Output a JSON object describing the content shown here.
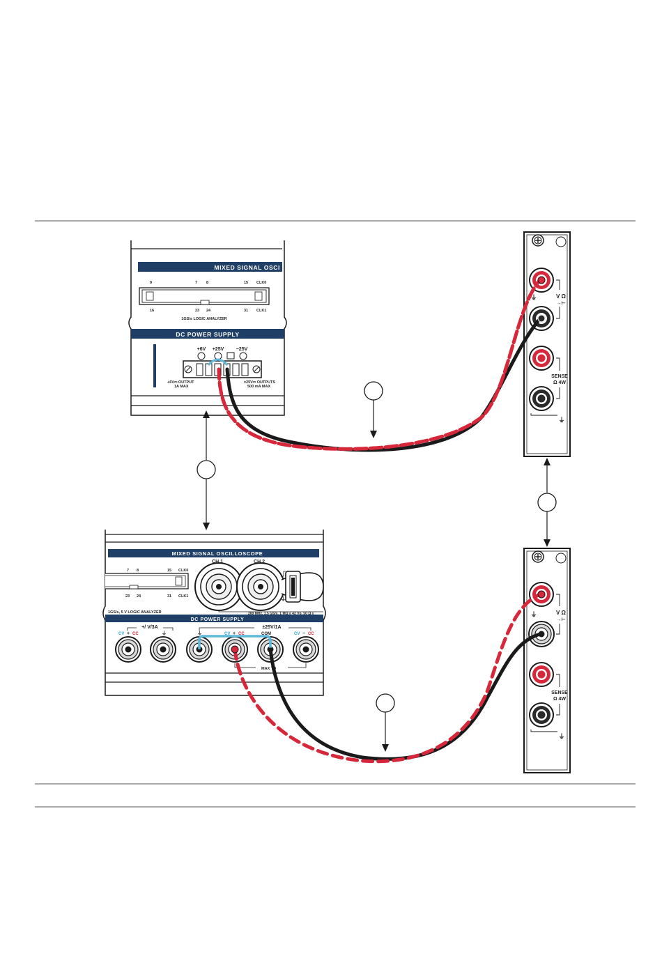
{
  "top_device": {
    "banner": "MIXED SIGNAL OSCI",
    "connector_top": [
      "9",
      "7",
      "8",
      "15",
      "CLK0"
    ],
    "connector_bottom": [
      "16",
      "23",
      "24",
      "31",
      "CLK1"
    ],
    "logic_analyzer": "1GS/s LOGIC ANALYZER",
    "ps_banner": "DC POWER SUPPLY",
    "terminal_labels": [
      "+6V",
      "+25V",
      "−25V"
    ],
    "output_left_1": "+6V⎓ OUTPUT",
    "output_left_2": "1A MAX",
    "output_right_1": "±25V⎓ OUTPUTS",
    "output_right_2": "500 mA MAX"
  },
  "bottom_device": {
    "banner": "MIXED SIGNAL OSCILLOSCOPE",
    "ch1": "CH 1",
    "ch2": "CH 2",
    "connector_top": [
      "7",
      "8",
      "15",
      "CLK0"
    ],
    "connector_bottom": [
      "23",
      "24",
      "31",
      "CLK1"
    ],
    "spec": "200 MHz, 1.5 GS/s, 1 MΩ ≤ 42 Vp, 50 Ω ≤",
    "logic_analyzer": "1GS/s, 5 V LOGIC ANALYZER",
    "ps_banner": "DC POWER SUPPLY",
    "left_group": "+/ V/3A",
    "right_group": "±25V/1A",
    "cv": "CV",
    "cc": "CC",
    "plus": "+",
    "minus": "−",
    "com": "COM",
    "bottom_note": "MAX TO"
  },
  "dmm": {
    "vohm": "V Ω",
    "sense": "SENSE",
    "ohm4w": "Ω 4W"
  },
  "colors": {
    "banner": "#1f3f66",
    "wire_red": "#d6283a",
    "wire_black": "#1a1a1a",
    "jumper_blue": "#5fb7d9",
    "cv_blue": "#2aa6d8",
    "cc_red": "#d6283a"
  }
}
